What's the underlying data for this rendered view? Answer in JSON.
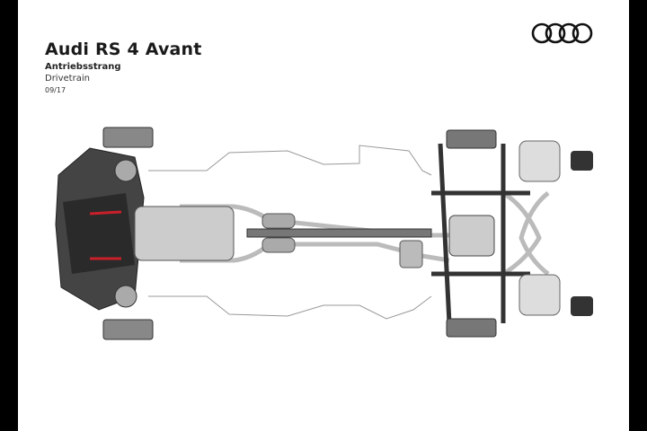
{
  "header": {
    "title": "Audi RS 4 Avant",
    "subtitle": "Antriebsstrang",
    "subtitle_en": "Drivetrain",
    "date": "09/17"
  },
  "brand": {
    "logo": "audi-four-rings-logo"
  },
  "illustration": {
    "subject": "drivetrain-illustration",
    "accent": "#c8202a"
  }
}
